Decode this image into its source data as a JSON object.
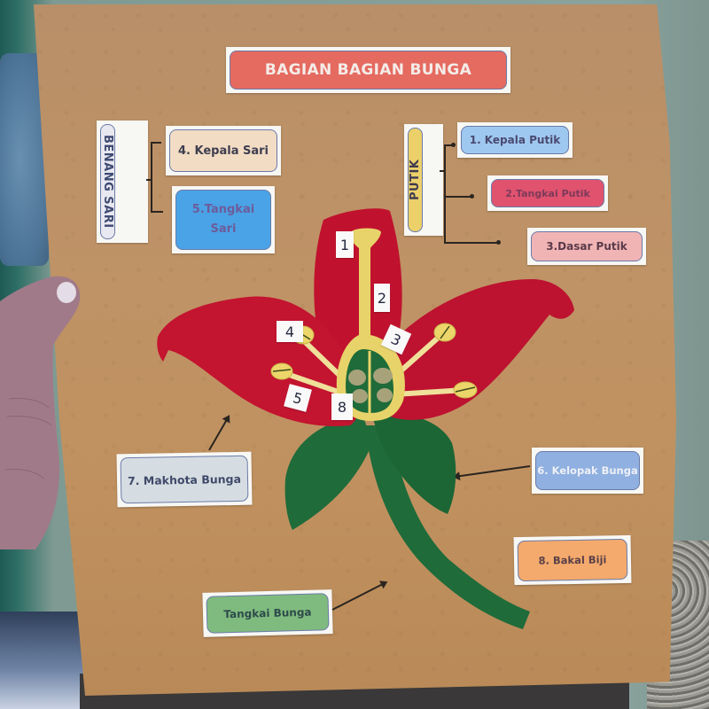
{
  "poster": {
    "title": "BAGIAN BAGIAN BUNGA",
    "colors": {
      "board": "#bf9366",
      "petal": "#c0122e",
      "sepal_stem": "#1f6b3a",
      "pistil": "#e8d36a",
      "title_bg": "#e56a60"
    }
  },
  "groups": {
    "benang_sari": {
      "label": "BENANG SARI",
      "items": [
        "4. Kepala Sari",
        "5.Tangkai Sari"
      ]
    },
    "putik": {
      "label": "PUTIK",
      "items": [
        "1. Kepala Putik",
        "2.Tangkai Putik",
        "3.Dasar Putik"
      ]
    }
  },
  "labels": {
    "kepala_sari": {
      "line1": "4. Kepala Sari",
      "bg": "#f2dcc4"
    },
    "tangkai_sari": {
      "line1": "5.Tangkai",
      "line2": "Sari",
      "bg": "#4aa3e6"
    },
    "kepala_putik": {
      "text": "1. Kepala Putik",
      "bg": "#9fc8f0"
    },
    "tangkai_putik": {
      "text": "2.Tangkai Putik",
      "bg": "#e0526e"
    },
    "dasar_putik": {
      "text": "3.Dasar Putik",
      "bg": "#f1b4b4"
    },
    "makhota_bunga": {
      "text": "7. Makhota Bunga",
      "bg": "#d6dde2"
    },
    "kelopak_bunga": {
      "text": "6. Kelopak Bunga",
      "bg": "#8fb0e0"
    },
    "bakal_biji": {
      "text": "8. Bakal Biji",
      "bg": "#f4aa6c"
    },
    "tangkai_bunga": {
      "text": "Tangkai Bunga",
      "bg": "#7fbb7e"
    }
  },
  "number_tags": [
    "1",
    "2",
    "3",
    "4",
    "5",
    "8"
  ]
}
